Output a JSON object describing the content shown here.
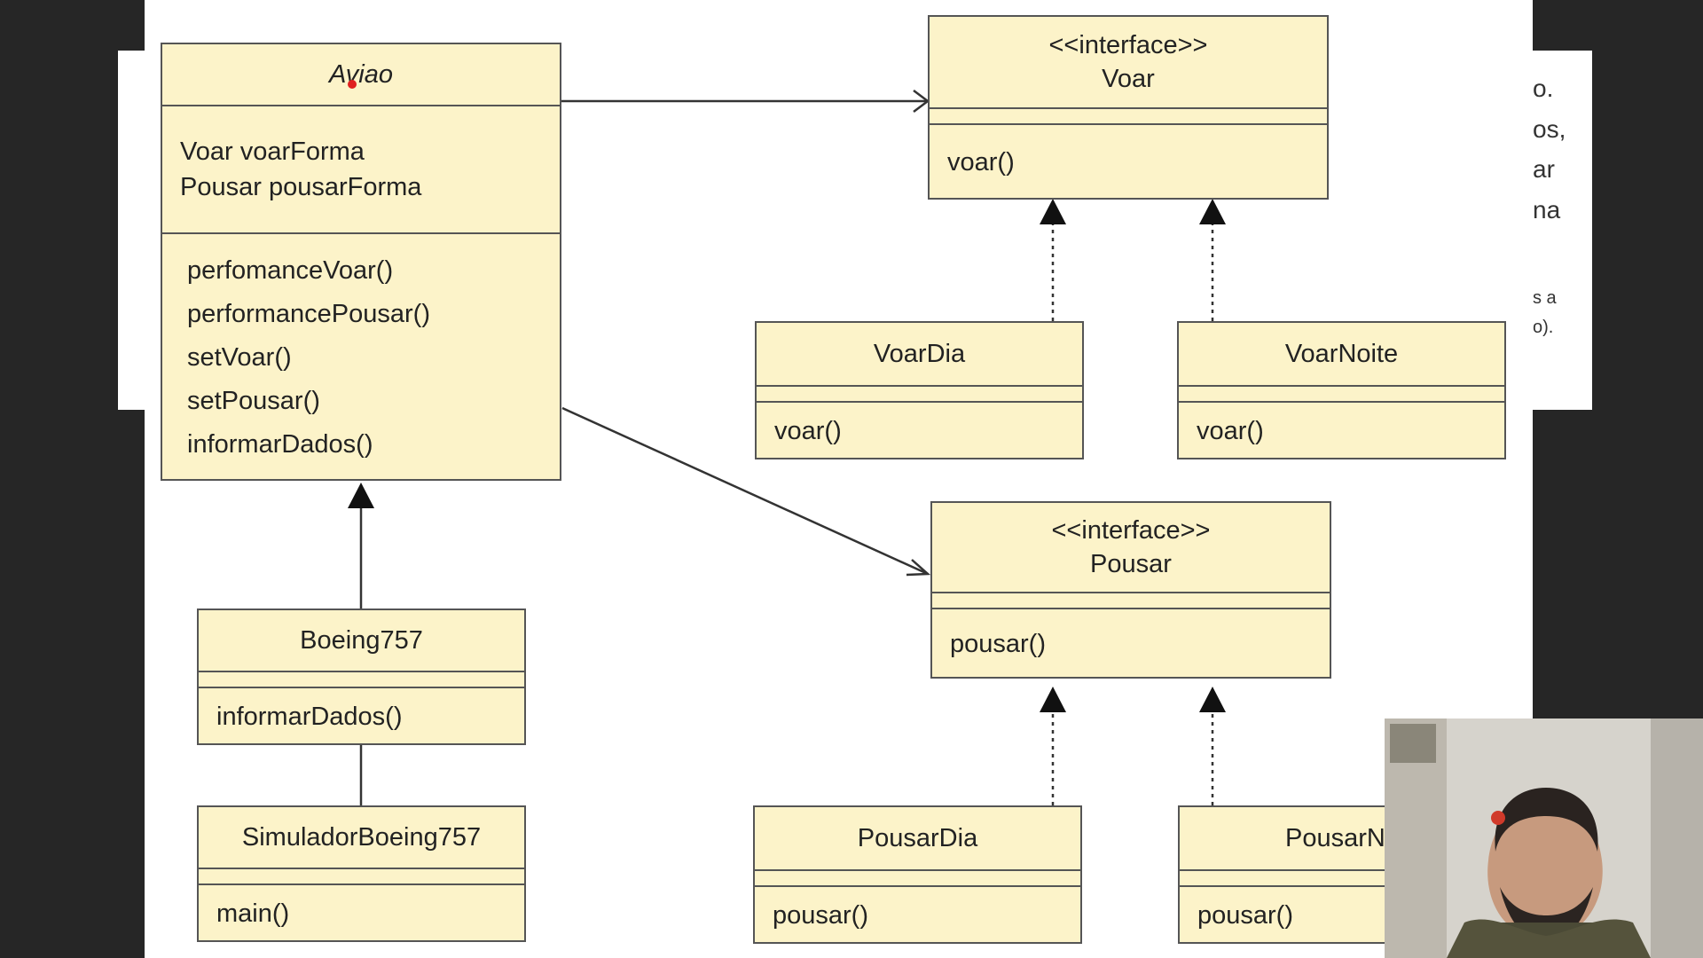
{
  "side_text": {
    "fragments": [
      "o.",
      "os,",
      "ar",
      "na",
      "s a",
      "o)."
    ]
  },
  "classes": {
    "aviao": {
      "name": "Aviao",
      "attributes": [
        "Voar voarForma",
        "Pousar pousarForma"
      ],
      "operations": [
        "perfomanceVoar()",
        "performancePousar()",
        "setVoar()",
        "setPousar()",
        "informarDados()"
      ]
    },
    "voar": {
      "stereotype": "<<interface>>",
      "name": "Voar",
      "operations": [
        "voar()"
      ]
    },
    "voar_dia": {
      "name": "VoarDia",
      "operations": [
        "voar()"
      ]
    },
    "voar_noite": {
      "name": "VoarNoite",
      "operations": [
        "voar()"
      ]
    },
    "pousar": {
      "stereotype": "<<interface>>",
      "name": "Pousar",
      "operations": [
        "pousar()"
      ]
    },
    "pousar_dia": {
      "name": "PousarDia",
      "operations": [
        "pousar()"
      ]
    },
    "pousar_noite": {
      "name": "PousarNo",
      "operations": [
        "pousar()"
      ]
    },
    "boeing757": {
      "name": "Boeing757",
      "operations": [
        "informarDados()"
      ]
    },
    "simulador": {
      "name": "SimuladorBoeing757",
      "operations": [
        "main()"
      ]
    }
  },
  "colors": {
    "class_fill": "#fcf3c9",
    "class_border": "#555555",
    "background": "#262626",
    "cursor": "#e02020"
  },
  "webcam": {
    "label": "presenter-webcam"
  }
}
